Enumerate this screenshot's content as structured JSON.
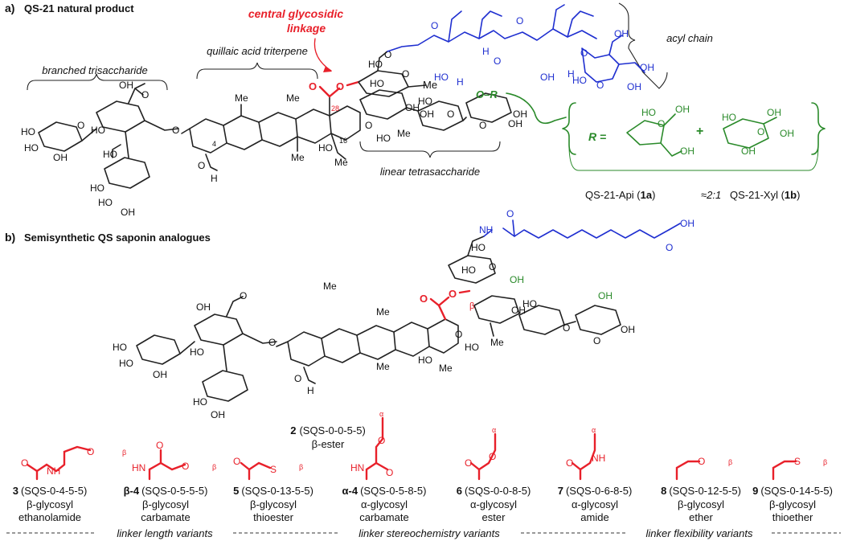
{
  "colors": {
    "linkage": "#e8202a",
    "acyl": "#1f2fd0",
    "R_group": "#2a8a2a",
    "ink": "#111111"
  },
  "panel_a": {
    "letter": "a)",
    "title": "QS-21 natural product",
    "labels": {
      "central_line1": "central glycosidic",
      "central_line2": "linkage",
      "acyl_chain": "acyl chain",
      "quillaic": "quillaic acid triterpene",
      "branched": "branched trisaccharide",
      "linear": "linear tetrasaccharide"
    },
    "atoms": {
      "me": "Me",
      "ho": "HO",
      "oh": "OH",
      "o": "O",
      "h": "H",
      "n28": "28",
      "n16": "16",
      "n4": "4",
      "or": "O–R"
    },
    "r_box": {
      "r_eq": "R =",
      "plus": "+",
      "api_name": "QS-21-Api (",
      "api_num": "1a",
      "api_close": ")",
      "ratio": "≈2:1",
      "xyl_name": "QS-21-Xyl (",
      "xyl_num": "1b",
      "xyl_close": ")"
    }
  },
  "panel_b": {
    "letter": "b)",
    "title": "Semisynthetic QS saponin analogues",
    "compound_num": "2",
    "compound_code": "(SQS-0-0-5-5)",
    "compound_desc": "β-ester",
    "beta": "β",
    "nh": "NH",
    "alpha": "α",
    "hn": "HN",
    "s": "S",
    "variants": [
      {
        "num": "3",
        "code": "(SQS-0-4-5-5)",
        "line1": "β-glycosyl",
        "line2": "ethanolamide"
      },
      {
        "num": "β-4",
        "code": "(SQS-0-5-5-5)",
        "line1": "β-glycosyl",
        "line2": "carbamate"
      },
      {
        "num": "5",
        "code": "(SQS-0-13-5-5)",
        "line1": "β-glycosyl",
        "line2": "thioester"
      },
      {
        "num": "α-4",
        "code": "(SQS-0-5-8-5)",
        "line1": "α-glycosyl",
        "line2": "carbamate"
      },
      {
        "num": "6",
        "code": "(SQS-0-0-8-5)",
        "line1": "α-glycosyl",
        "line2": "ester"
      },
      {
        "num": "7",
        "code": "(SQS-0-6-8-5)",
        "line1": "α-glycosyl",
        "line2": "amide"
      },
      {
        "num": "8",
        "code": "(SQS-0-12-5-5)",
        "line1": "β-glycosyl",
        "line2": "ether"
      },
      {
        "num": "9",
        "code": "(SQS-0-14-5-5)",
        "line1": "β-glycosyl",
        "line2": "thioether"
      }
    ],
    "groups": [
      {
        "label": "linker length variants"
      },
      {
        "label": "linker stereochemistry variants"
      },
      {
        "label": "linker flexibility variants"
      }
    ]
  }
}
